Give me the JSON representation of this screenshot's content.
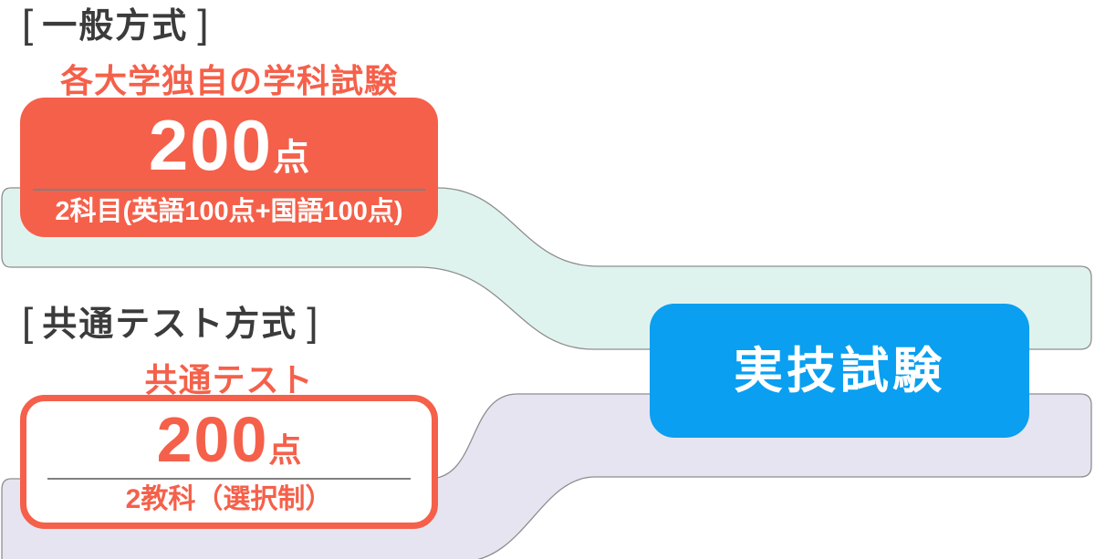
{
  "colors": {
    "accent_orange": "#f5604a",
    "accent_blue": "#0a9ff0",
    "ribbon_mint": "#dff3ee",
    "ribbon_lavender": "#e7e4f1",
    "ribbon_stroke": "#8e8e8e",
    "heading_dark": "#3b3b3b"
  },
  "general_method": {
    "bracket_open": "[",
    "heading": "一般方式",
    "bracket_close": "]",
    "exam_label": "各大学独自の学科試験",
    "score_value": "200",
    "score_unit": "点",
    "score_detail": "2科目(英語100点+国語100点)"
  },
  "kyotsu_method": {
    "bracket_open": "[",
    "heading": "共通テスト方式",
    "bracket_close": "]",
    "exam_label": "共通テスト",
    "score_value": "200",
    "score_unit": "点",
    "score_detail": "2教科（選択制）"
  },
  "practical_exam": {
    "label": "実技試験"
  }
}
